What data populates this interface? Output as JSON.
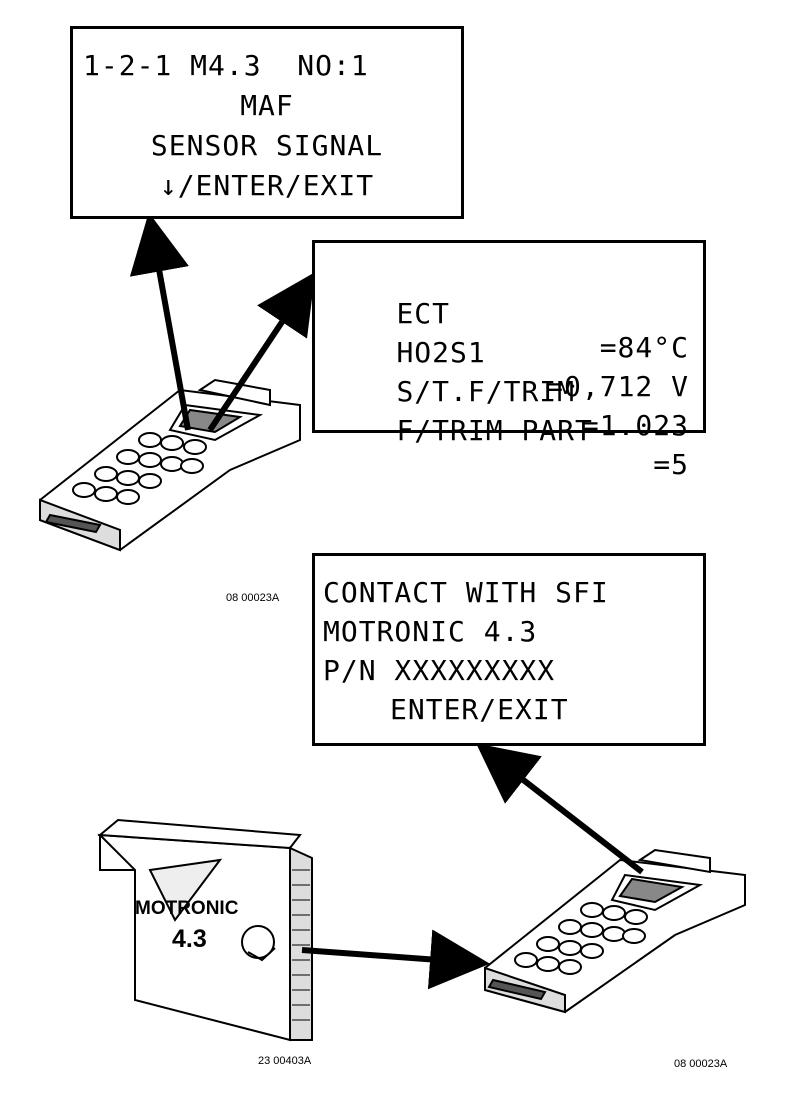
{
  "screen_menu": {
    "line1": "1-2-1 M4.3  NO:1",
    "line2": "MAF",
    "line3": "SENSOR SIGNAL",
    "line4": "↓/ENTER/EXIT"
  },
  "screen_values": {
    "line1_label": "ECT",
    "line1_value": "=84°C",
    "line2_label": "HO2S1",
    "line2_value": "=0,712 V",
    "line3_label": "S/T.F/TRIM",
    "line3_value": "=1.023",
    "line4_label": "F/TRIM PART",
    "line4_value": "=5"
  },
  "screen_contact": {
    "line1": "CONTACT WITH SFI",
    "line2": "MOTRONIC 4.3",
    "line3": "P/N XXXXXXXXX",
    "line4": "ENTER/EXIT"
  },
  "ecu": {
    "brand": "MOTRONIC",
    "version": "4.3"
  },
  "refs": {
    "ref_top": "08 00023A",
    "ref_ecu": "23 00403A",
    "ref_bottom": "08 00023A"
  }
}
